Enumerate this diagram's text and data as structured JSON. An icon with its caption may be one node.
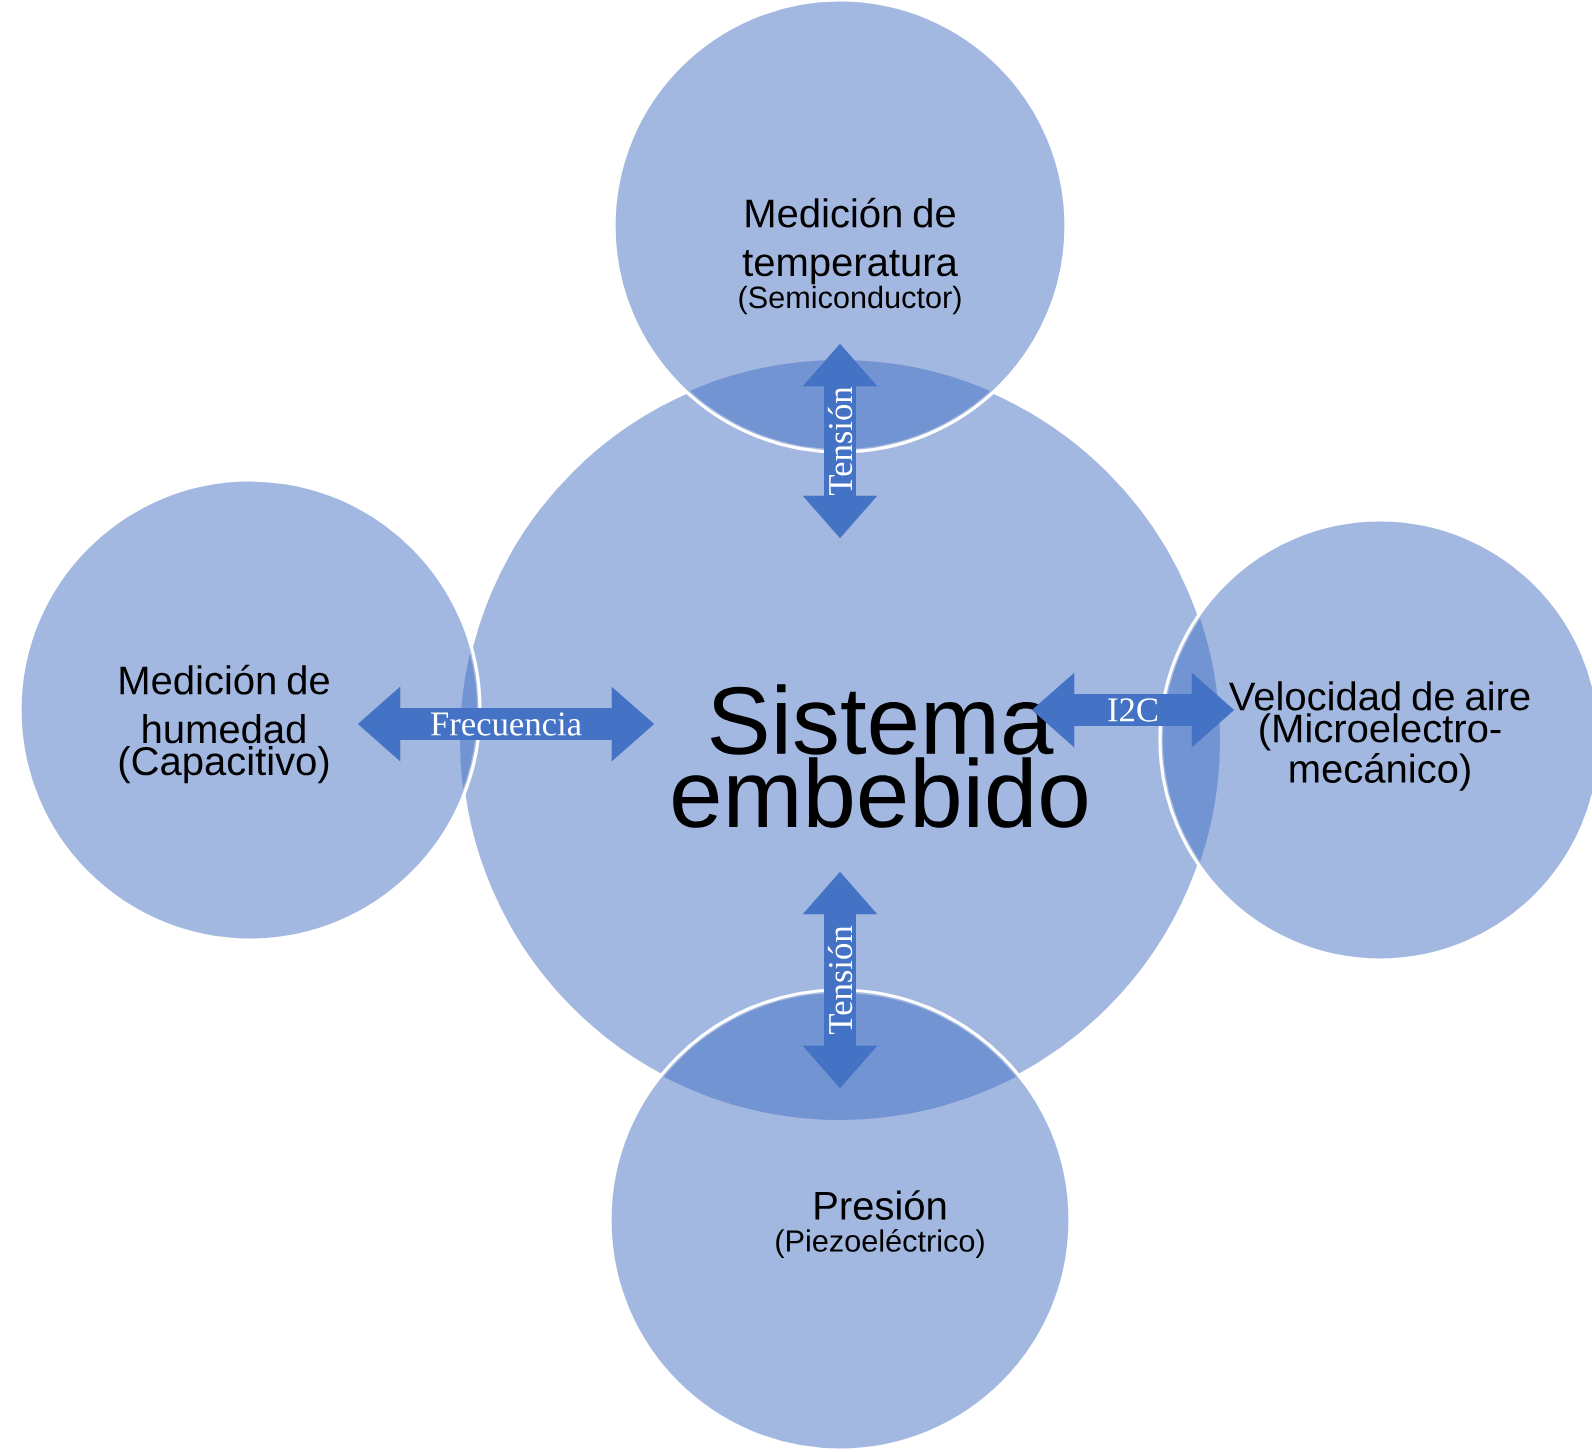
{
  "diagram": {
    "nodes": [
      {
        "text": [
          "Medición de temperatura",
          "(Semiconductor)"
        ]
      },
      {
        "text": [
          "Medición de humedad",
          "(Capacitivo)"
        ]
      },
      {
        "text": [
          "Sistema embebido"
        ]
      },
      {
        "text": [
          "Velocidad de aire",
          "(Microelectro-mecánico)"
        ]
      },
      {
        "text": [
          "Presión",
          "(Piezoeléctrico)"
        ]
      }
    ],
    "edges": [
      {
        "from": 2,
        "to": 0,
        "arrow": "both",
        "label": "Tensión"
      },
      {
        "from": 1,
        "to": 2,
        "arrow": "both",
        "label": "Frecuencia"
      },
      {
        "from": 2,
        "to": 3,
        "arrow": "both",
        "label": "I2C"
      },
      {
        "from": 2,
        "to": 4,
        "arrow": "both",
        "label": "Tensión"
      }
    ]
  }
}
